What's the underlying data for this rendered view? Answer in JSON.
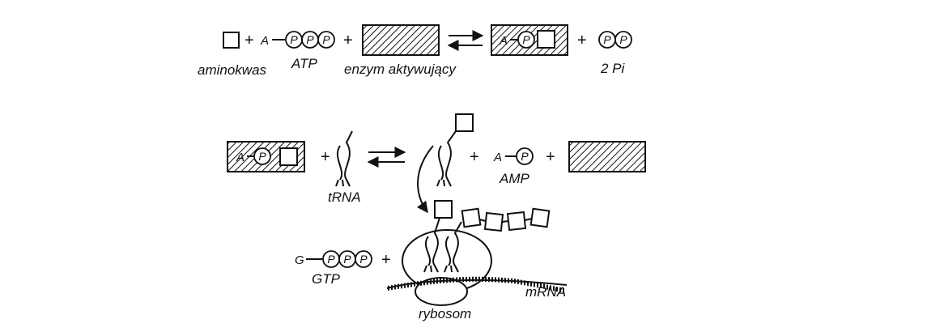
{
  "labels": {
    "aminoacid": "aminokwas",
    "atp": "ATP",
    "enzyme": "enzym aktywujący",
    "two_pi": "2 Pi",
    "trna": "tRNA",
    "amp": "AMP",
    "gtp": "GTP",
    "mrna": "mRNA",
    "ribosome": "rybosom"
  },
  "symbols": {
    "plus": "+",
    "adenosine": "A",
    "guanosine": "G",
    "phosphate": "P"
  },
  "colors": {
    "ink": "#111111",
    "background": "#ffffff"
  }
}
